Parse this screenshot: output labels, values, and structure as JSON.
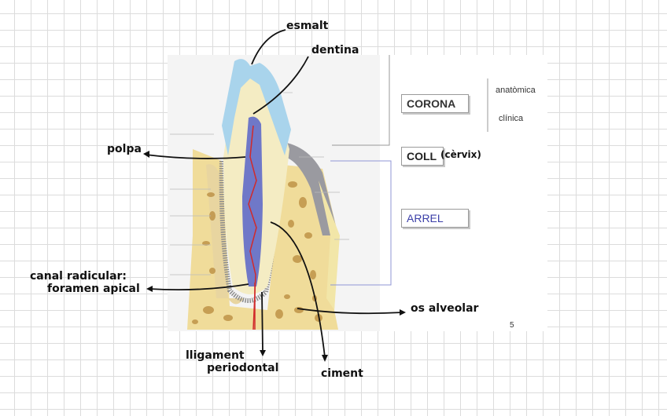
{
  "slide": {
    "boxes": {
      "corona": "CORONA",
      "coll": "COLL",
      "arrel": "ARREL"
    },
    "notes": {
      "anatomica": "anatòmica",
      "clinica": "clínica"
    },
    "page_number": "5"
  },
  "annotations": {
    "esmalt": "esmalt",
    "dentina": "dentina",
    "polpa": "polpa",
    "cervix": "(cèrvix)",
    "canal_line1": "canal radicular:",
    "canal_line2": "foramen apical",
    "lligament_line1": "lligament",
    "lligament_line2": "periodontal",
    "ciment": "ciment",
    "os_alveolar": "os alveolar"
  },
  "colors": {
    "enamel": "#a9d4ec",
    "dentin": "#f4ecc3",
    "pulp": "#6f78c8",
    "vessel": "#d12a2a",
    "bone": "#f0dc9a",
    "gum": "#e9e2b0",
    "blue_bracket": "#8f96d6"
  }
}
